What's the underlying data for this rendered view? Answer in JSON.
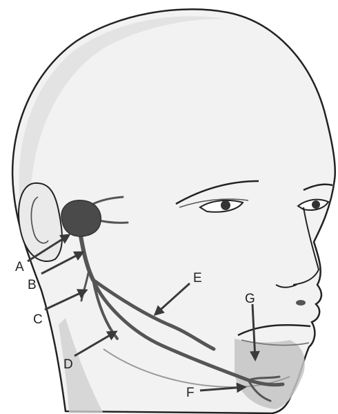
{
  "diagram": {
    "labels": [
      {
        "id": "A",
        "text": "A"
      },
      {
        "id": "B",
        "text": "B"
      },
      {
        "id": "C",
        "text": "C"
      },
      {
        "id": "D",
        "text": "D"
      },
      {
        "id": "E",
        "text": "E"
      },
      {
        "id": "F",
        "text": "F"
      },
      {
        "id": "G",
        "text": "G"
      }
    ],
    "colors": {
      "outline": "#222222",
      "skin": "#f2f2f2",
      "shadow": "#c4c4c4",
      "structure": "#555555",
      "arrow": "#3a3a3a",
      "highlight": "#9a9a9a"
    }
  }
}
